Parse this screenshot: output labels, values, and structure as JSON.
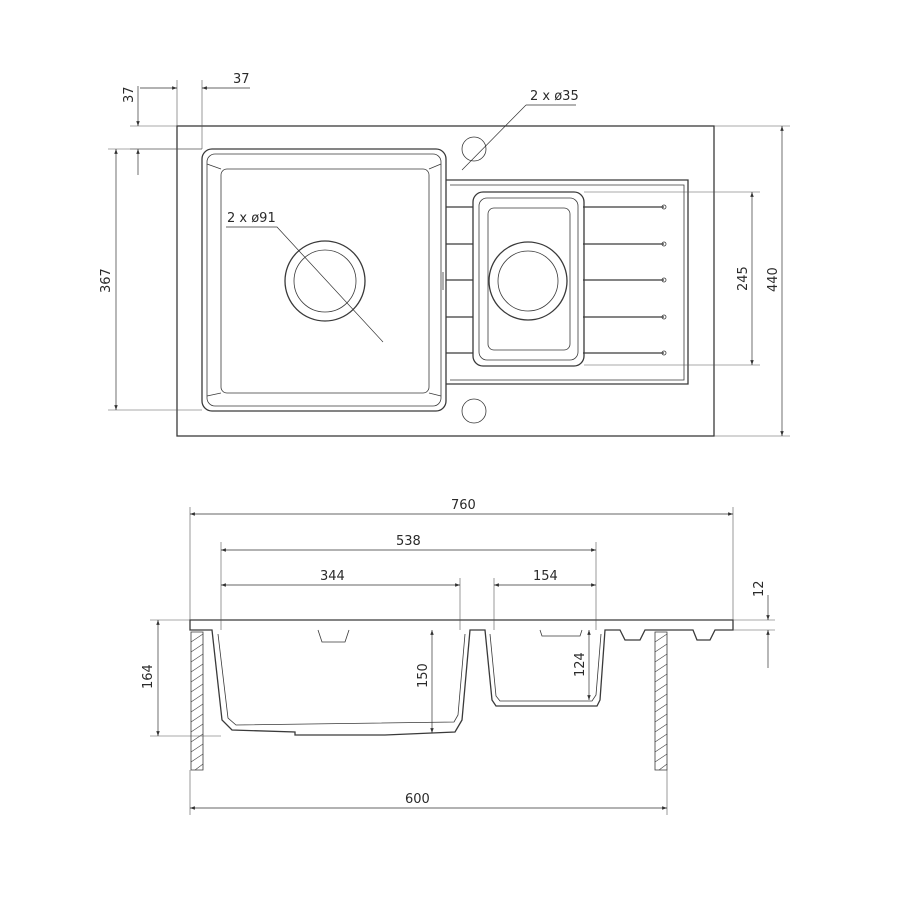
{
  "top_view": {
    "dims": {
      "d37_h": "37",
      "d37_v": "37",
      "d2x35": "2 x ø35",
      "d2x91": "2 x ø91",
      "d367": "367",
      "d245": "245",
      "d440": "440"
    }
  },
  "section_view": {
    "dims": {
      "d760": "760",
      "d538": "538",
      "d344": "344",
      "d154": "154",
      "d12": "12",
      "d164": "164",
      "d150": "150",
      "d124": "124",
      "d600": "600"
    }
  }
}
